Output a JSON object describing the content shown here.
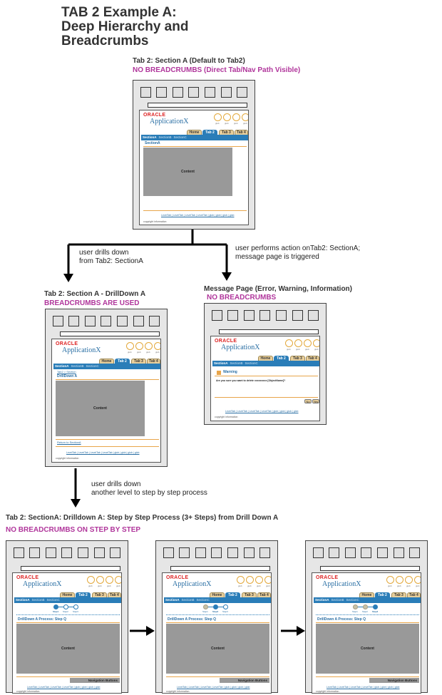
{
  "page": {
    "title_line1": "TAB 2 Example A:",
    "title_line2": "Deep Hierarchy and",
    "title_line3": "Breadcrumbs"
  },
  "screens": {
    "section_a": {
      "caption": "Tab 2: Section A (Default to Tab2)",
      "subcaption": "NO BREADCRUMBS (Direct Tab/Nav Path Visible)"
    },
    "drilldown": {
      "caption": "Tab 2: Section A - DrillDown A",
      "subcaption": "BREADCRUMBS ARE USED",
      "breadcrumb": "Tab2  >  Section",
      "section_title": "DrillDown A",
      "return_link": "Return to SectionA"
    },
    "message": {
      "caption": "Message Page (Error, Warning, Information)",
      "subcaption": "NO BREADCRUMBS",
      "warning_title": "Warning",
      "message_text": "Are you sure you want to delete  xxxxxxxxx  [ObjectName]?",
      "button_no": "No",
      "button_yes": "Yes"
    },
    "steps": {
      "caption": "Tab 2: SectionA: Drilldown A: Step by Step Process (3+ Steps) from Drill Down A",
      "subcaption": "NO BREADCRUMBS ON STEP BY STEP",
      "process_title": "DrillDown A Process: Step Q",
      "nav_buttons": "Navigation Buttons",
      "step_labels": [
        "Step1",
        "Step2",
        "Step3"
      ]
    }
  },
  "app": {
    "logo": "ORACLE",
    "app_name": "ApplicationX",
    "global_links": [
      "glob",
      "glob",
      "glob",
      "glob"
    ],
    "tabs": [
      "Home",
      "Tab 2",
      "Tab 3",
      "Tab 4"
    ],
    "nav_items": [
      "SectionA",
      "SectionB",
      "SectionC"
    ],
    "section_title": "SectionA",
    "content_label": "Content",
    "footer_links": "LevelTab  |  LevelTab  |  LevelTab  |  LevelTab  |  glob  |  glob  |  glob  |  glob",
    "copyright": "copyright information"
  },
  "notes": {
    "drill_1_line1": "user drills down",
    "drill_1_line2": "from Tab2: SectionA",
    "action_line1": "user performs action onTab2: SectionA;",
    "action_line2": "message page is triggered",
    "drill_2_line1": "user drills down",
    "drill_2_line2": "another level to step by step process"
  },
  "colors": {
    "accent_blue": "#2a7db8",
    "tab_tan": "#e8cf9c",
    "glob_orange": "#e3a83a",
    "caption_magenta": "#b0359b",
    "content_gray": "#999999"
  }
}
